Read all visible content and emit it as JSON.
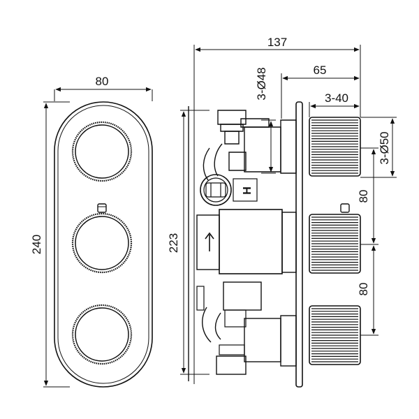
{
  "dimensions": {
    "front_width": "80",
    "front_height": "240",
    "overall_depth": "137",
    "inlet_diameter": "3-Ø48",
    "knob_projection": "65",
    "knob_length": "3-40",
    "knob_diameter": "3-Ø50",
    "valve_height": "223",
    "knob_spacing_upper": "80",
    "knob_spacing_lower": "80"
  },
  "labels": {
    "hot_mark": "H"
  },
  "icons": [
    "flow-arrow-icon"
  ]
}
